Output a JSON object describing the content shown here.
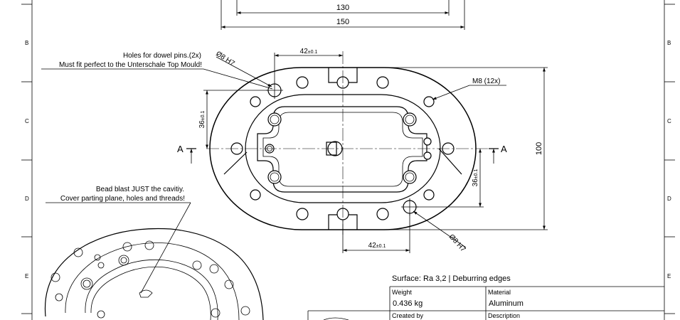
{
  "border": {
    "zone_letters_left": [
      "B",
      "C",
      "D",
      "E"
    ],
    "zone_letters_right": [
      "B",
      "C",
      "D",
      "E"
    ]
  },
  "dimensions": {
    "width_130": "130",
    "width_150": "150",
    "top_42": "42",
    "top_42_tol": "±0.1",
    "left_36": "36",
    "left_36_tol": "±0.1",
    "height_100": "100",
    "right_36": "36",
    "right_36_tol": "±0.1",
    "bottom_42": "42",
    "bottom_42_tol": "±0.1",
    "dowel_top": "Ø8 H7",
    "dowel_bottom": "Ø8 H7",
    "thread": "M8 (12x)"
  },
  "section": {
    "left_label": "A",
    "right_label": "A"
  },
  "notes": {
    "dowel_line1": "Holes for dowel pins.(2x)",
    "dowel_line2": "Must fit perfect to the Unterschale Top Mould!",
    "blast_line1": "Bead blast JUST the cavitiy.",
    "blast_line2": "Cover parting plane, holes and threads!"
  },
  "title_block": {
    "surface": "Surface: Ra 3,2 | Deburring edges",
    "weight_label": "Weight",
    "weight_value": "0.436 kg",
    "material_label": "Material",
    "material_value": "Aluminum",
    "created_by_label": "Created by",
    "description_label": "Description"
  }
}
